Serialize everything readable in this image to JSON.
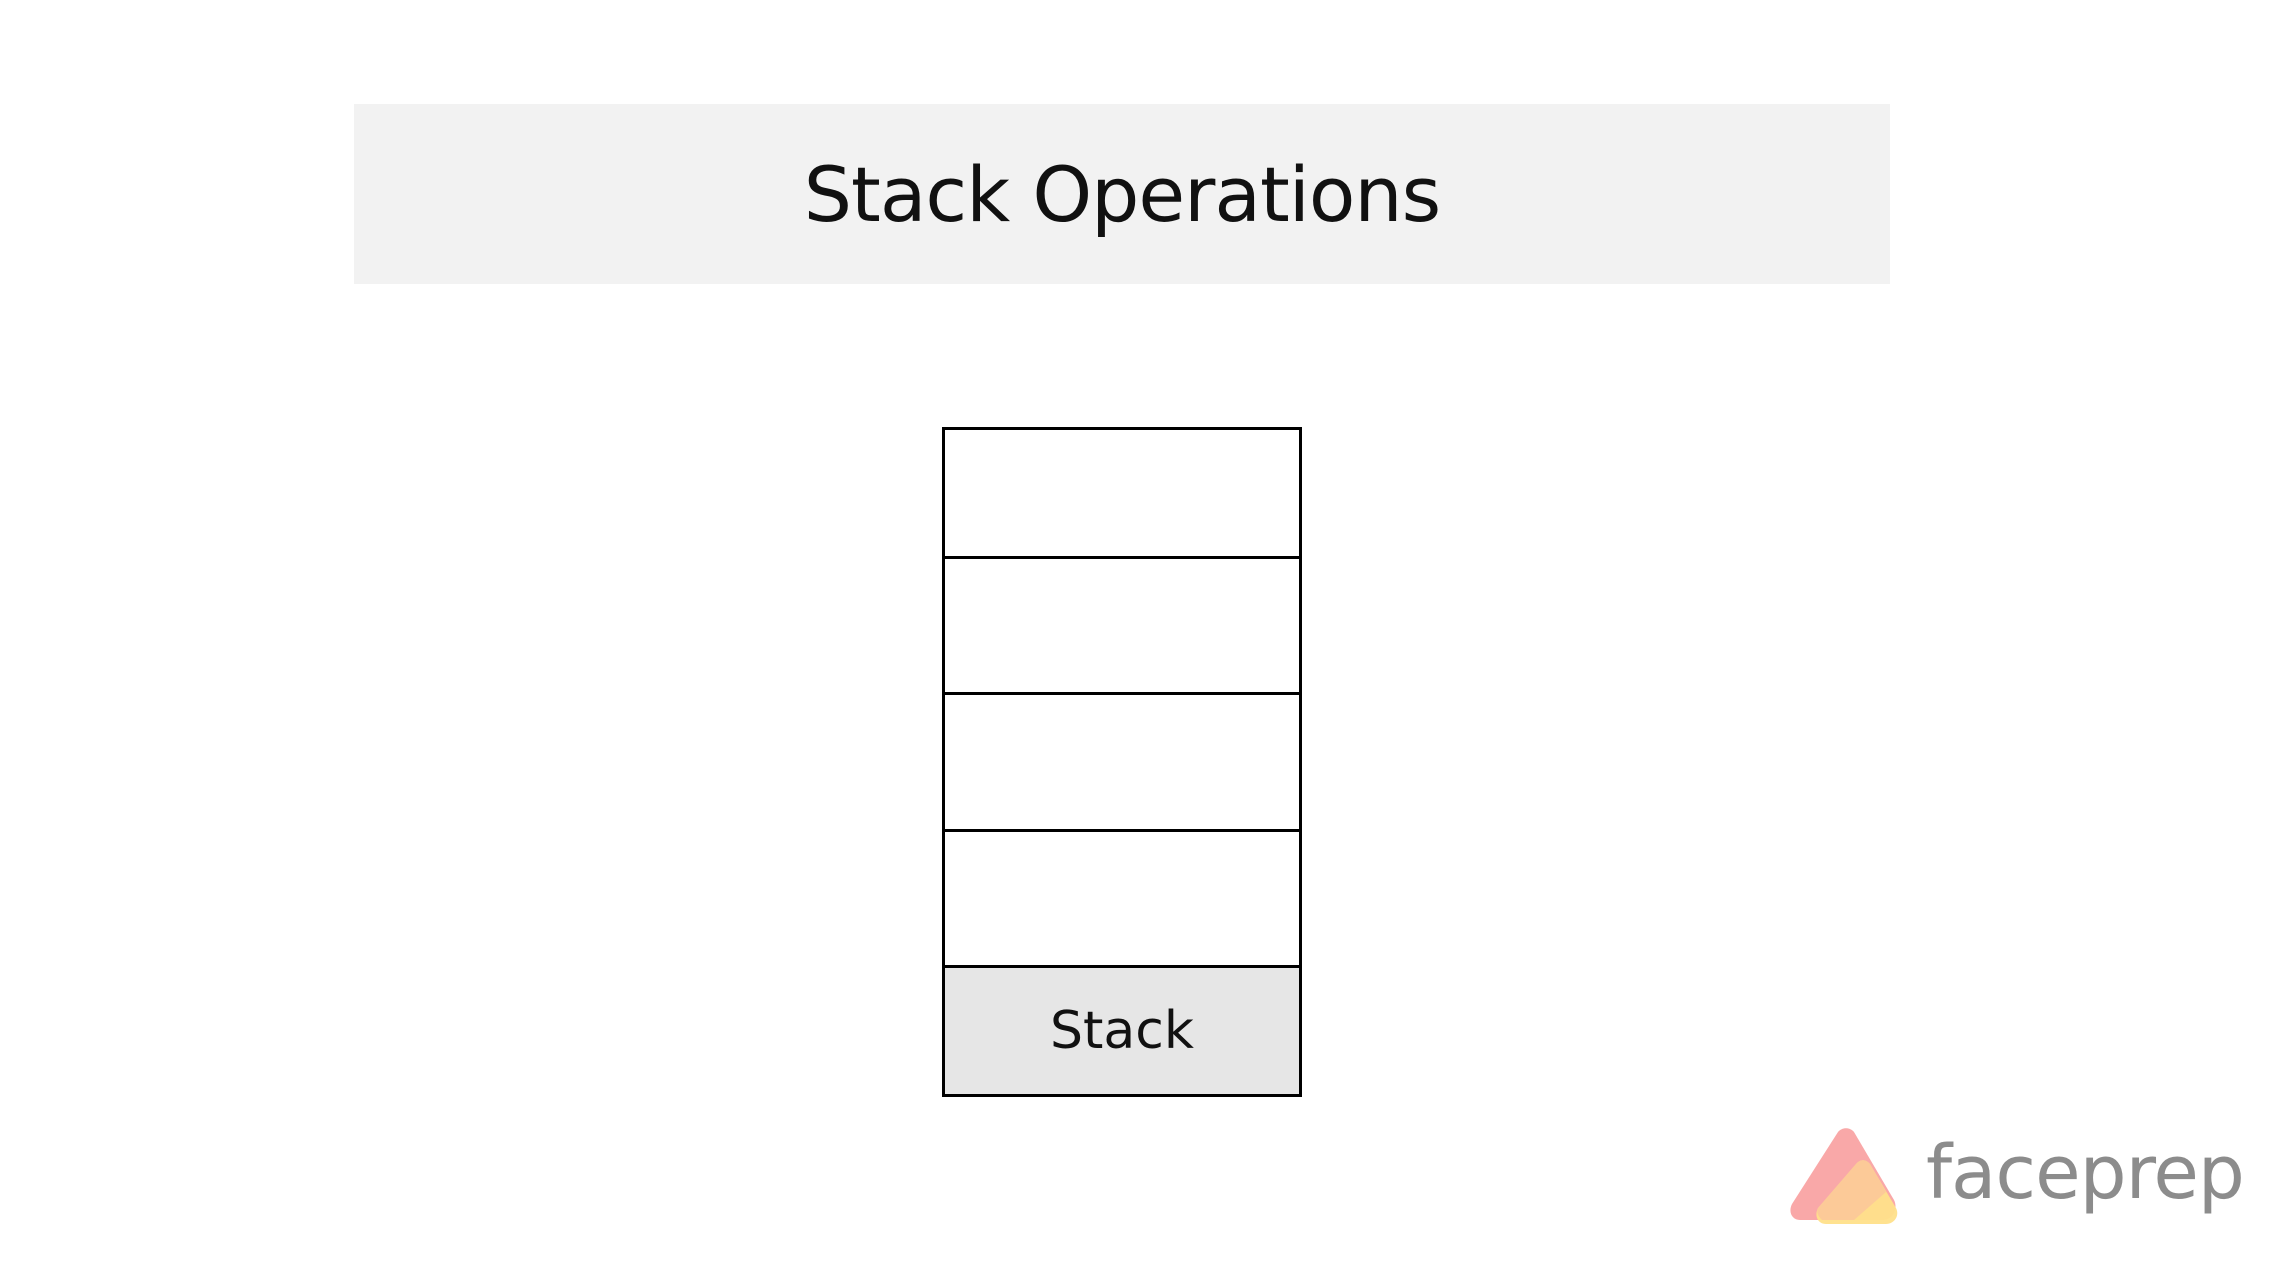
{
  "title": "Stack Operations",
  "stack": {
    "label": "Stack",
    "empty_slots": 4
  },
  "logo": {
    "text": "faceprep",
    "colors": {
      "pink": "#f9a8a8",
      "yellow": "#ffe08a",
      "overlap": "#fbc79a"
    }
  },
  "colors": {
    "banner": "#f2f2f2",
    "stack_base": "#e6e6e6",
    "logo_text": "#8c8c8c"
  }
}
